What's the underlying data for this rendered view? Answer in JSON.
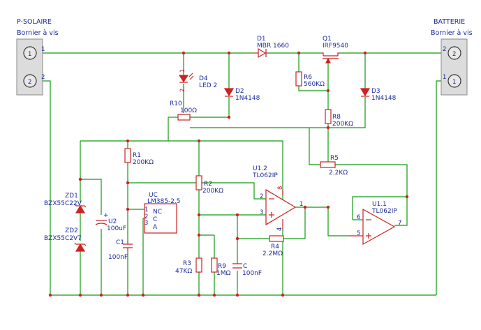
{
  "connectors": {
    "left": {
      "title": "P-SOLAIRE",
      "subtitle": "Bornier à vis",
      "term1": "1",
      "term2": "2",
      "pin1": "1",
      "pin2": "2"
    },
    "right": {
      "title": "BATTERIE",
      "subtitle": "Bornier à vis",
      "term1": "2",
      "term2": "1",
      "pin1": "2",
      "pin2": "1"
    }
  },
  "components": {
    "d1": {
      "ref": "D1",
      "value": "MBR 1660"
    },
    "q1": {
      "ref": "Q1",
      "value": "IRF9540"
    },
    "d4": {
      "ref": "D4",
      "value": "LED 2",
      "pin_a": "1",
      "pin_b": "2"
    },
    "d2": {
      "ref": "D2",
      "value": "1N4148"
    },
    "r6": {
      "ref": "R6",
      "value": "560KΩ"
    },
    "d3": {
      "ref": "D3",
      "value": "1N4148"
    },
    "r10": {
      "ref": "R10",
      "value": "100Ω"
    },
    "r8": {
      "ref": "R8",
      "value": "200KΩ"
    },
    "r1": {
      "ref": "R1",
      "value": "200KΩ"
    },
    "r5": {
      "ref": "R5",
      "value": "2.2KΩ"
    },
    "u12": {
      "ref": "U1.2",
      "value": "TL062IP",
      "pin_minus": "2",
      "pin_plus": "3",
      "pin_out": "1",
      "pin_vcc": "8",
      "pin_gnd": "4"
    },
    "r2": {
      "ref": "R2",
      "value": "200KΩ"
    },
    "uc": {
      "ref": "UC",
      "value": "LM385-2.5",
      "nc": "NC",
      "c": "C",
      "a": "A",
      "pin1": "1",
      "pin2": "2",
      "pin3": "3"
    },
    "zd1": {
      "ref": "ZD1",
      "value": "BZX55C22V"
    },
    "zd2": {
      "ref": "ZD2",
      "value": "BZX55C2V7"
    },
    "u2": {
      "ref": "U2",
      "value": "100uF",
      "polarity": "+"
    },
    "c1": {
      "ref": "C1",
      "value": "100nF"
    },
    "u11": {
      "ref": "U1.1",
      "value": "TL062IP",
      "pin_minus": "6",
      "pin_plus": "5",
      "pin_out": "7"
    },
    "r4": {
      "ref": "R4",
      "value": "2.2MΩ"
    },
    "r3": {
      "ref": "R3",
      "value": "47KΩ"
    },
    "r9": {
      "ref": "R9",
      "value": "1MΩ"
    },
    "c": {
      "ref": "C",
      "value": "100nF"
    }
  }
}
